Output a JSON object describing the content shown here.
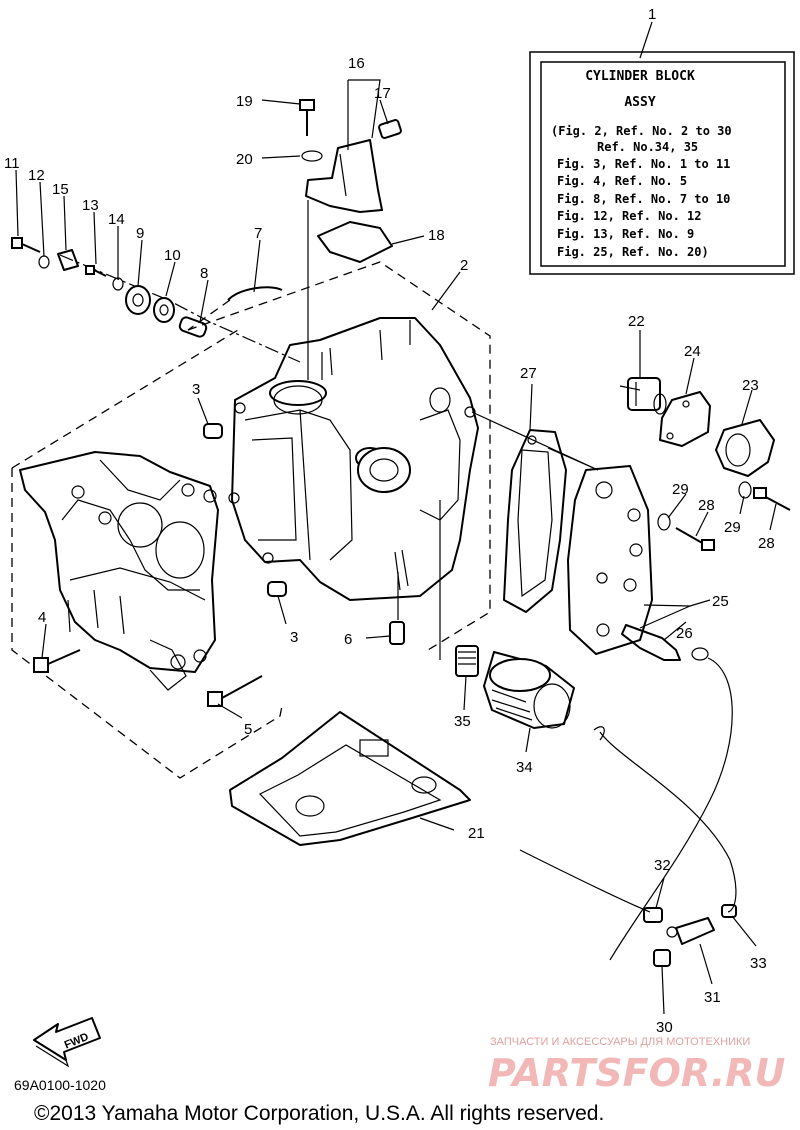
{
  "info_box": {
    "ref": "1",
    "title_line1": "CYLINDER BLOCK",
    "title_line2": "ASSY",
    "lines": [
      "(Fig. 2, Ref. No. 2 to 30",
      "Ref. No.34, 35",
      "Fig. 3, Ref. No. 1 to 11",
      "Fig. 4, Ref. No. 5",
      "Fig. 8, Ref. No. 7 to 10",
      "Fig. 12, Ref. No. 12",
      "Fig. 13, Ref. No. 9",
      "Fig. 25, Ref. No. 20)"
    ]
  },
  "callouts": {
    "c2": "2",
    "c3a": "3",
    "c3b": "3",
    "c4": "4",
    "c5": "5",
    "c6": "6",
    "c7": "7",
    "c8": "8",
    "c9": "9",
    "c10": "10",
    "c11": "11",
    "c12": "12",
    "c13": "13",
    "c14": "14",
    "c15": "15",
    "c16": "16",
    "c17": "17",
    "c18": "18",
    "c19": "19",
    "c20": "20",
    "c21": "21",
    "c22": "22",
    "c23": "23",
    "c24": "24",
    "c25": "25",
    "c26": "26",
    "c27": "27",
    "c28a": "28",
    "c28b": "28",
    "c29a": "29",
    "c29b": "29",
    "c30": "30",
    "c31": "31",
    "c32": "32",
    "c33": "33",
    "c34": "34",
    "c35": "35"
  },
  "fwd_label": "FWD",
  "diagram_code": "69A0100-1020",
  "copyright": "©2013 Yamaha Motor Corporation, U.S.A. All rights reserved.",
  "watermark": {
    "tagline": "ЗАПЧАСТИ И АКСЕССУАРЫ ДЛЯ МОТОТЕХНИКИ",
    "brand": "PARTSFOR.RU"
  }
}
